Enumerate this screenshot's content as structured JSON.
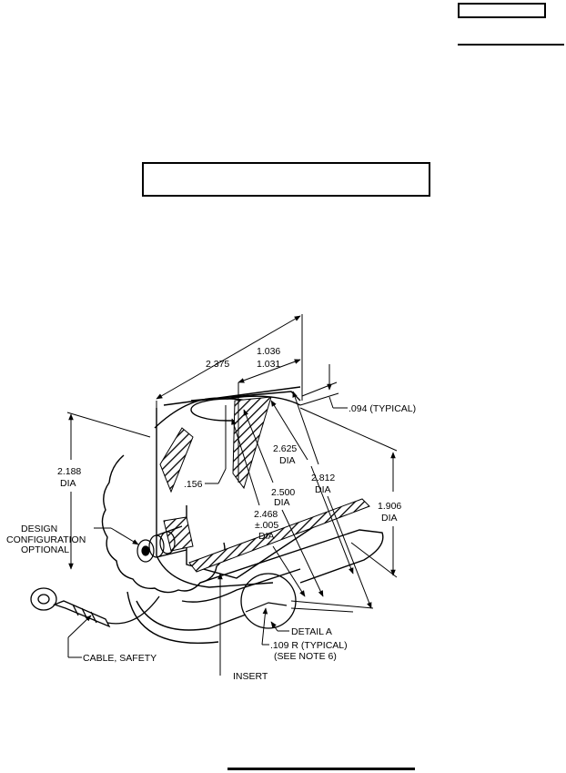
{
  "labels": {
    "dim_2375": "2.375",
    "dim_1036": "1.036",
    "dim_1031": "1.031",
    "dim_094": ".094 (TYPICAL)",
    "dim_2625": "2.625",
    "dim_2625_dia": "DIA",
    "dim_2188": "2.188",
    "dim_2188_dia": "DIA",
    "dim_156": ".156",
    "dim_2812": "2.812",
    "dim_2812_dia": "DIA",
    "dim_2500": "2.500",
    "dim_2500_dia": "DIA",
    "dim_1906": "1.906",
    "dim_1906_dia": "DIA",
    "dim_2468": "2.468",
    "dim_2468_tol": "±.005",
    "dim_2468_dia": "DIA",
    "design_1": "DESIGN",
    "design_2": "CONFIGURATION",
    "design_3": "OPTIONAL",
    "detail_a": "DETAIL  A",
    "radius_1": ".109  R (TYPICAL)",
    "radius_2": "(SEE NOTE 6)",
    "cable_safety": "CABLE, SAFETY",
    "insert": "INSERT"
  },
  "colors": {
    "ink": "#000000",
    "paper": "#ffffff"
  }
}
